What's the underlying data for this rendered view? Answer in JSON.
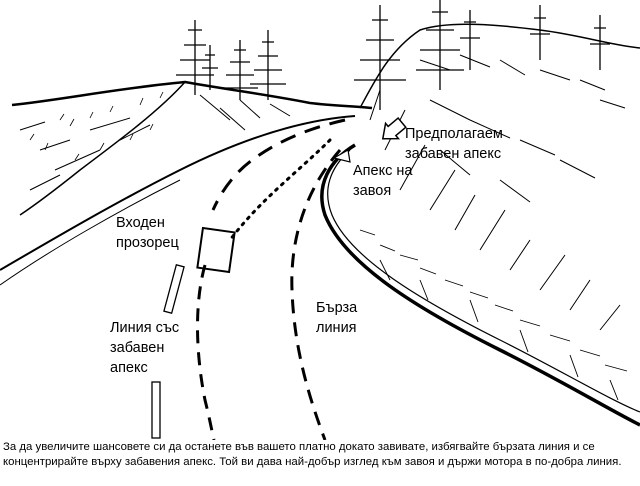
{
  "labels": {
    "assumed_late_apex": "Предполагаем\nзабавен апекс",
    "apex_of_turn": "Апекс на\nзавоя",
    "entry_window": "Входен\nпрозорец",
    "fast_line": "Бърза\nлиния",
    "late_apex_line": "Линия със\nзабавен\nапекс"
  },
  "caption": "За да увеличите шансовете си да останете във вашето платно докато завивате, избягвайте бързата линия и се концентрирайте върху забавения апекс. Той ви дава най-добър изглед към завоя и държи мотора в по-добра линия.",
  "colors": {
    "ink": "#000000",
    "paper": "#ffffff",
    "tree_gray": "#8a8a8a"
  }
}
